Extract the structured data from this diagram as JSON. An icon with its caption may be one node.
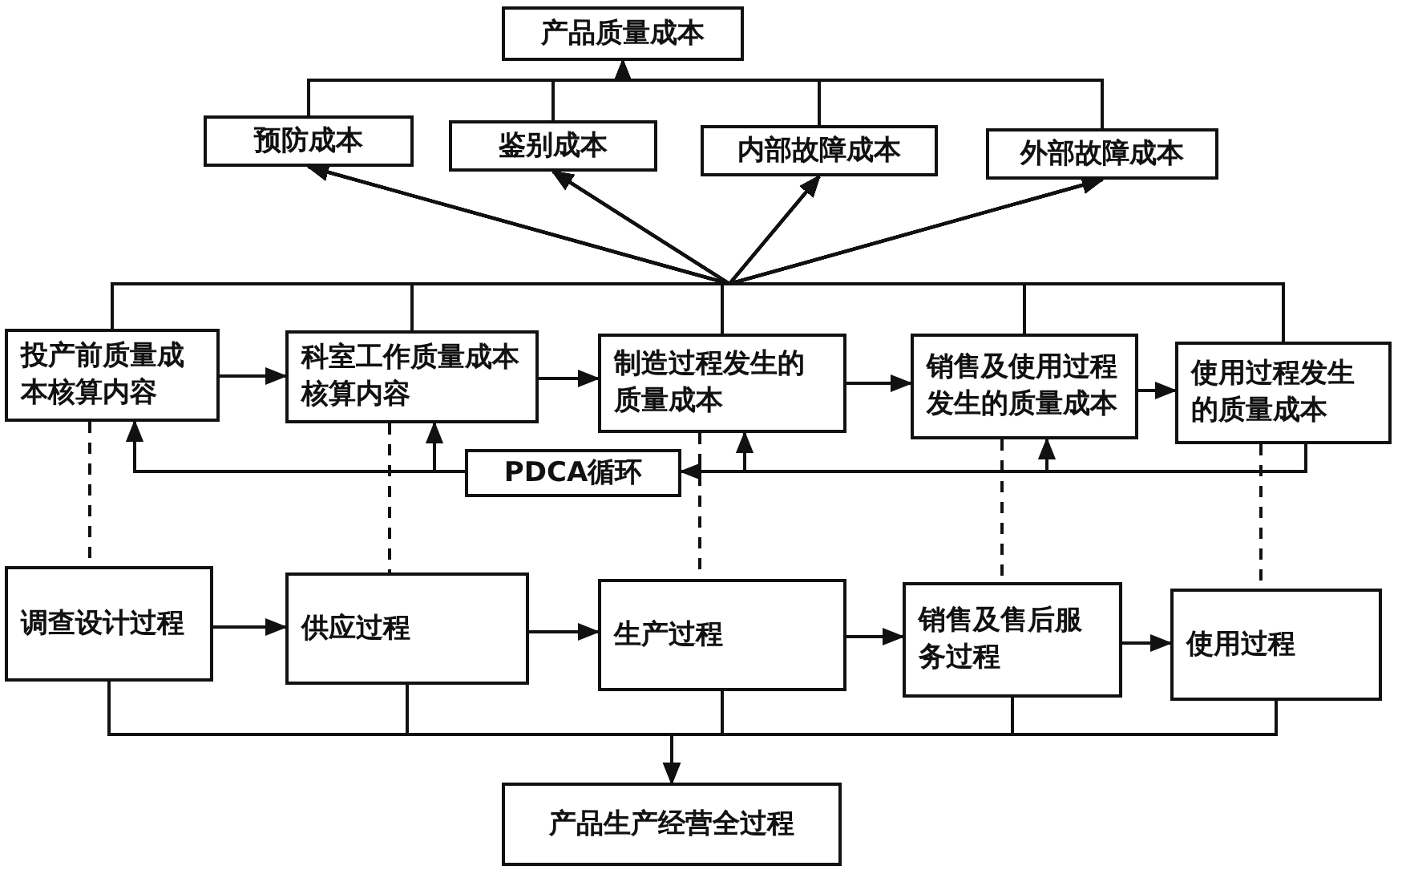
{
  "diagram": {
    "nodes": [
      {
        "text": [
          "产品质量成本"
        ]
      },
      {
        "text": [
          "预防成本"
        ]
      },
      {
        "text": [
          "鉴别成本"
        ]
      },
      {
        "text": [
          "内部故障成本"
        ]
      },
      {
        "text": [
          "外部故障成本"
        ]
      },
      {
        "text": [
          "投产前质量成本核算内容"
        ]
      },
      {
        "text": [
          "科室工作质量成本核算内容"
        ]
      },
      {
        "text": [
          "制造过程发生的质量成本"
        ]
      },
      {
        "text": [
          "销售及使用过程发生的质量成本"
        ]
      },
      {
        "text": [
          "使用过程发生的质量成本"
        ]
      },
      {
        "text": [
          "PDCA循环"
        ]
      },
      {
        "text": [
          "调查设计过程"
        ]
      },
      {
        "text": [
          "供应过程"
        ]
      },
      {
        "text": [
          "生产过程"
        ]
      },
      {
        "text": [
          "销售及售后服务过程"
        ]
      },
      {
        "text": [
          "使用过程"
        ]
      },
      {
        "text": [
          "产品生产经营全过程"
        ]
      }
    ],
    "edges": [
      {
        "from": 1,
        "to": 0,
        "arrow": "to"
      },
      {
        "from": 2,
        "to": 0,
        "arrow": "to"
      },
      {
        "from": 3,
        "to": 0,
        "arrow": "to"
      },
      {
        "from": 4,
        "to": 0,
        "arrow": "to"
      },
      {
        "from": 5,
        "to": 1,
        "arrow": "to"
      },
      {
        "from": 5,
        "to": 2,
        "arrow": "to"
      },
      {
        "from": 5,
        "to": 3,
        "arrow": "to"
      },
      {
        "from": 5,
        "to": 4,
        "arrow": "to"
      },
      {
        "from": 6,
        "to": 1,
        "arrow": "to"
      },
      {
        "from": 6,
        "to": 2,
        "arrow": "to"
      },
      {
        "from": 6,
        "to": 3,
        "arrow": "to"
      },
      {
        "from": 6,
        "to": 4,
        "arrow": "to"
      },
      {
        "from": 7,
        "to": 1,
        "arrow": "to"
      },
      {
        "from": 7,
        "to": 2,
        "arrow": "to"
      },
      {
        "from": 7,
        "to": 3,
        "arrow": "to"
      },
      {
        "from": 7,
        "to": 4,
        "arrow": "to"
      },
      {
        "from": 8,
        "to": 1,
        "arrow": "to"
      },
      {
        "from": 8,
        "to": 2,
        "arrow": "to"
      },
      {
        "from": 8,
        "to": 3,
        "arrow": "to"
      },
      {
        "from": 8,
        "to": 4,
        "arrow": "to"
      },
      {
        "from": 9,
        "to": 1,
        "arrow": "to"
      },
      {
        "from": 9,
        "to": 2,
        "arrow": "to"
      },
      {
        "from": 9,
        "to": 3,
        "arrow": "to"
      },
      {
        "from": 9,
        "to": 4,
        "arrow": "to"
      },
      {
        "from": 5,
        "to": 6,
        "arrow": "to"
      },
      {
        "from": 6,
        "to": 7,
        "arrow": "to"
      },
      {
        "from": 7,
        "to": 8,
        "arrow": "to"
      },
      {
        "from": 8,
        "to": 9,
        "arrow": "to"
      },
      {
        "from": 9,
        "to": 10,
        "arrow": "to"
      },
      {
        "from": 10,
        "to": 5,
        "arrow": "to"
      },
      {
        "from": 10,
        "to": 6,
        "arrow": "to"
      },
      {
        "from": 10,
        "to": 7,
        "arrow": "to"
      },
      {
        "from": 10,
        "to": 8,
        "arrow": "to"
      },
      {
        "from": 5,
        "to": 11,
        "arrow": "none",
        "style": "dashed"
      },
      {
        "from": 6,
        "to": 12,
        "arrow": "none",
        "style": "dashed"
      },
      {
        "from": 7,
        "to": 13,
        "arrow": "none",
        "style": "dashed"
      },
      {
        "from": 8,
        "to": 14,
        "arrow": "none",
        "style": "dashed"
      },
      {
        "from": 9,
        "to": 15,
        "arrow": "none",
        "style": "dashed"
      },
      {
        "from": 11,
        "to": 12,
        "arrow": "to"
      },
      {
        "from": 12,
        "to": 13,
        "arrow": "to"
      },
      {
        "from": 13,
        "to": 14,
        "arrow": "to"
      },
      {
        "from": 14,
        "to": 15,
        "arrow": "to"
      },
      {
        "from": 11,
        "to": 16,
        "arrow": "to"
      },
      {
        "from": 12,
        "to": 16,
        "arrow": "to"
      },
      {
        "from": 13,
        "to": 16,
        "arrow": "to"
      },
      {
        "from": 14,
        "to": 16,
        "arrow": "to"
      },
      {
        "from": 15,
        "to": 16,
        "arrow": "to"
      }
    ]
  }
}
